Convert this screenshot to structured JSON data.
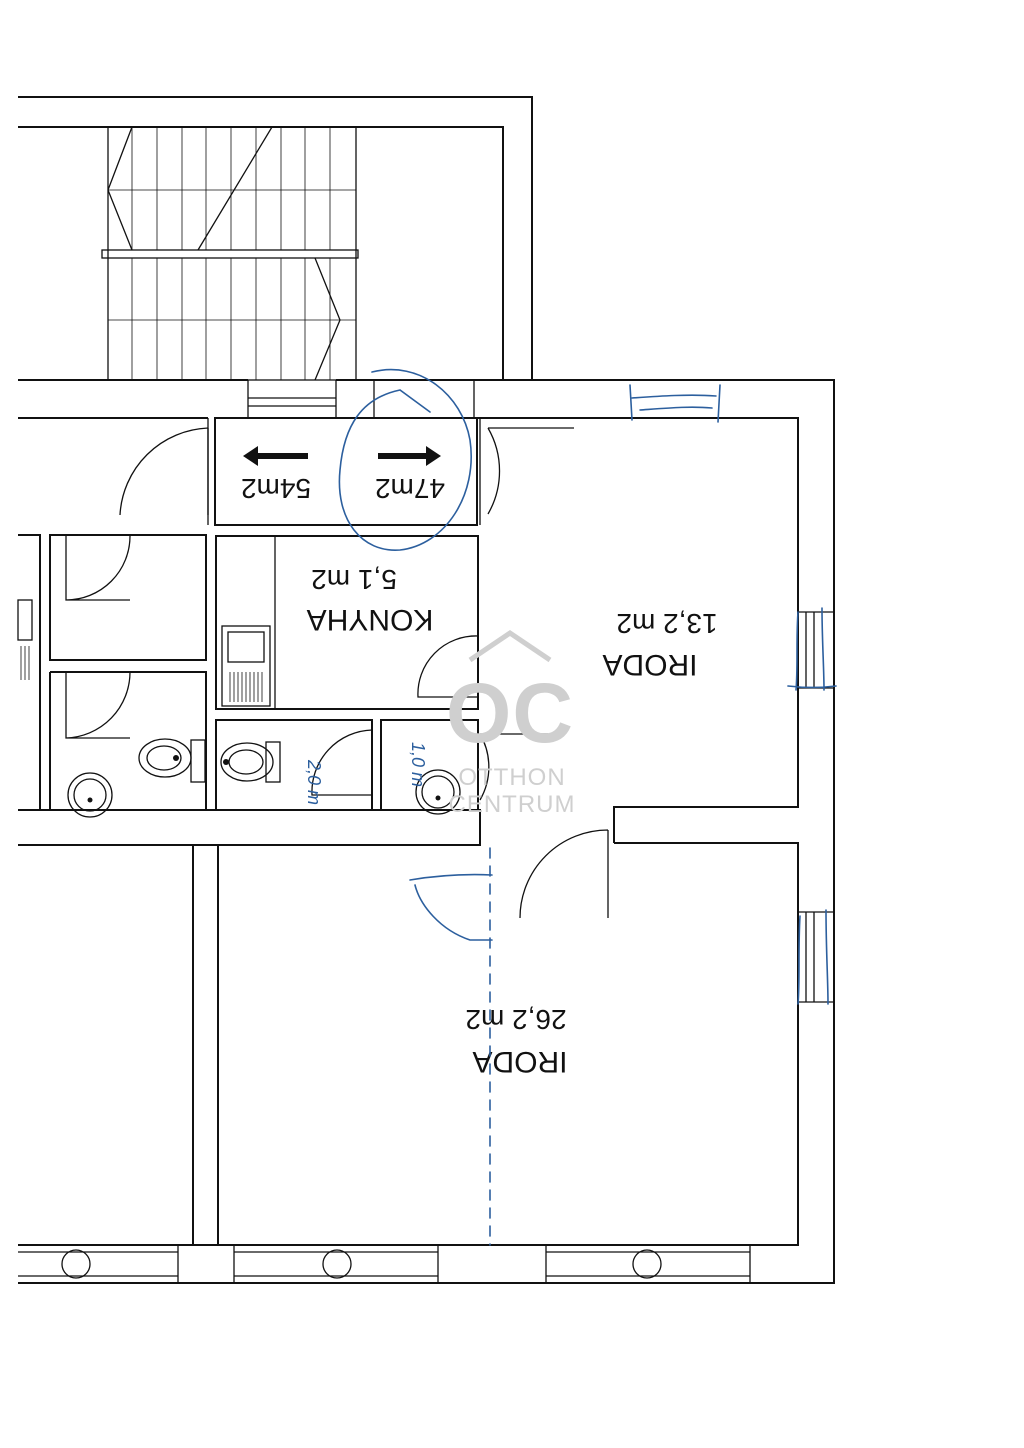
{
  "rooms": {
    "office_small": {
      "name": "IRODA",
      "area": "13,2 m2"
    },
    "office_large": {
      "name": "IRODA",
      "area": "26,2 m2"
    },
    "kitchen": {
      "name": "KONYHA",
      "area": "5,1 m2"
    }
  },
  "arrows": {
    "left_area": "54m2",
    "right_area": "47m2"
  },
  "handwritten": {
    "wc_one": "2,0 m",
    "wc_two": "1,0 m"
  },
  "watermark": {
    "logo": "OC",
    "line1": "OTTHON",
    "line2": "CENTRUM"
  },
  "colors": {
    "ink": "#2c5f9e",
    "lines": "#111111",
    "watermark": "#cfcfcf"
  }
}
